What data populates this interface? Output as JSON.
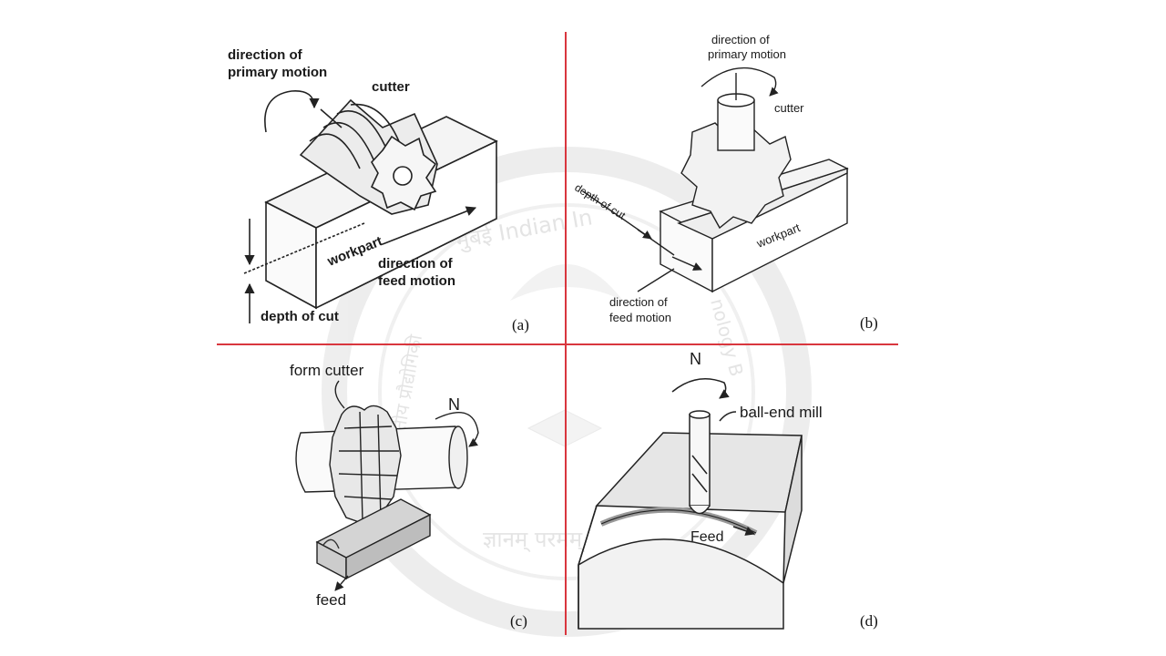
{
  "colors": {
    "divider": "#d9363e",
    "line": "#222222",
    "shade": "#d4d4d4",
    "watermark": "#e6e6e6"
  },
  "watermark": {
    "top_text": "मुंबई Indian In",
    "bottom_text": "ज्ञानम् परमम्",
    "side_left": "भारतीय प्रौद्योगिकी",
    "side_right": "nology B"
  },
  "panels": {
    "a": {
      "tag": "(a)",
      "primary_motion_line1": "direction of",
      "primary_motion_line2": "primary motion",
      "cutter": "cutter",
      "workpart": "workpart",
      "feed_line1": "direction of",
      "feed_line2": "feed motion",
      "depth": "depth of cut"
    },
    "b": {
      "tag": "(b)",
      "primary_motion_line1": "direction of",
      "primary_motion_line2": "primary motion",
      "cutter": "cutter",
      "depth": "depth of cut",
      "workpart": "workpart",
      "feed_line1": "direction of",
      "feed_line2": "feed motion"
    },
    "c": {
      "tag": "(c)",
      "form_cutter": "form cutter",
      "rotation": "N",
      "feed": "feed"
    },
    "d": {
      "tag": "(d)",
      "rotation": "N",
      "ball_end_mill": "ball-end mill",
      "feed": "Feed"
    }
  }
}
